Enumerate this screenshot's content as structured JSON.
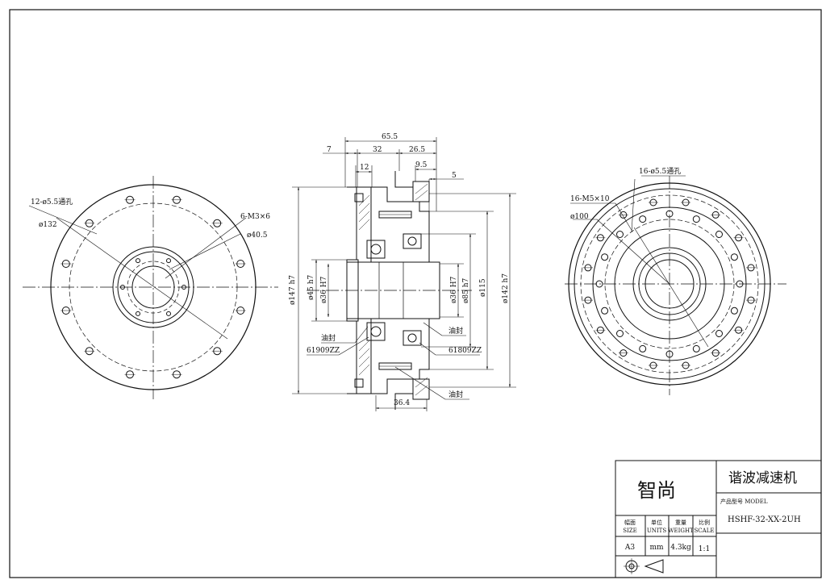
{
  "front_view": {
    "labels": {
      "holes_outer": "12-ø5.5通孔",
      "dia_132": "ø132",
      "threads": "6-M3×6",
      "dia_40_5": "ø40.5"
    }
  },
  "section_view": {
    "dims": {
      "d65_5": "65.5",
      "d7": "7",
      "d32": "32",
      "d26_5": "26.5",
      "d12": "12",
      "d9_5": "9.5",
      "d5": "5",
      "d36_4": "36.4",
      "dia147": "ø147 h7",
      "dia45": "ø45 h7",
      "dia36l": "ø36 H7",
      "dia36r": "ø36 H7",
      "dia85": "ø85 h7",
      "dia115": "ø115",
      "dia142": "ø142 h7"
    },
    "labels": {
      "seal_left": "油封",
      "bearing_left": "61909ZZ",
      "seal_right": "油封",
      "bearing_right": "61809ZZ",
      "seal_bottom": "油封"
    }
  },
  "rear_view": {
    "labels": {
      "holes_through": "16-ø5.5通孔",
      "threads": "16-M5×10",
      "dia_100": "ø100"
    }
  },
  "title_block": {
    "company": "智尚",
    "product": "谐波减速机",
    "model_label": "产品型号 MODEL",
    "model_value": "HSHF-32-XX-2UH",
    "h_size_cn": "幅面",
    "h_size_en": "SIZE",
    "h_units_cn": "单位",
    "h_units_en": "UNITS",
    "h_weight_cn": "重量",
    "h_weight_en": "WEIGHT",
    "h_scale_cn": "比例",
    "h_scale_en": "SCALE",
    "v_size": "A3",
    "v_units": "mm",
    "v_weight": "4.3kg",
    "v_scale": "1:1"
  }
}
